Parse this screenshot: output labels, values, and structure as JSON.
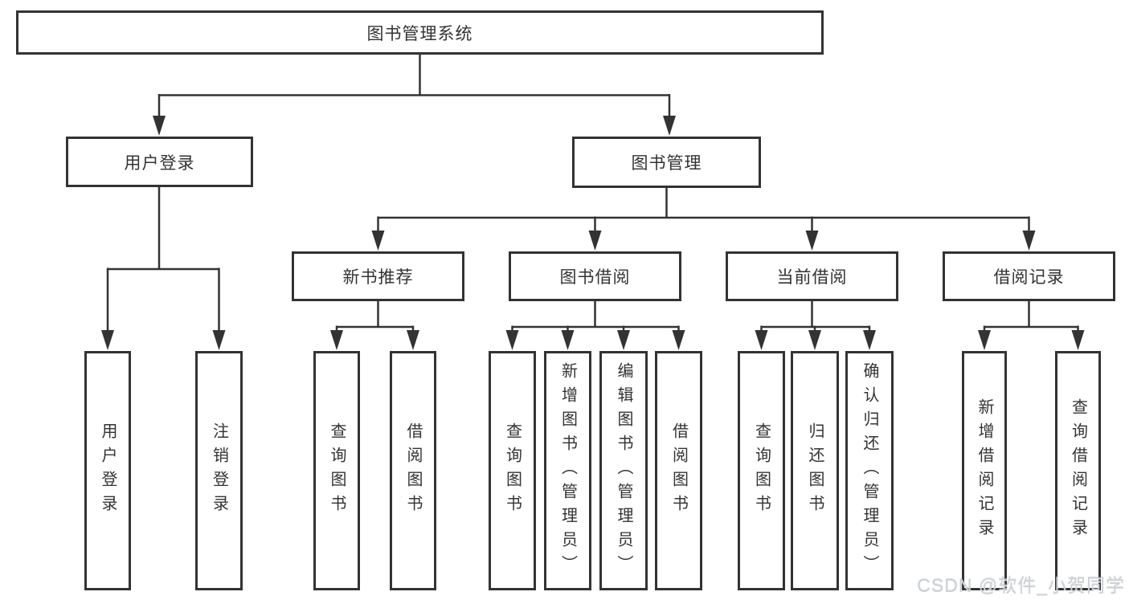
{
  "diagram": {
    "tree": {
      "label": "图书管理系统",
      "children": [
        {
          "label": "用户登录",
          "children": [
            {
              "label": "用户登录"
            },
            {
              "label": "注销登录"
            }
          ]
        },
        {
          "label": "图书管理",
          "children": [
            {
              "label": "新书推荐",
              "children": [
                {
                  "label": "查询图书"
                },
                {
                  "label": "借阅图书"
                }
              ]
            },
            {
              "label": "图书借阅",
              "children": [
                {
                  "label": "查询图书"
                },
                {
                  "label": "新增图书（管理员）"
                },
                {
                  "label": "编辑图书（管理员）"
                },
                {
                  "label": "借阅图书"
                }
              ]
            },
            {
              "label": "当前借阅",
              "children": [
                {
                  "label": "查询图书"
                },
                {
                  "label": "归还图书"
                },
                {
                  "label": "确认归还（管理员）"
                }
              ]
            },
            {
              "label": "借阅记录",
              "children": [
                {
                  "label": "新增借阅记录"
                },
                {
                  "label": "查询借阅记录"
                }
              ]
            }
          ]
        }
      ]
    }
  },
  "watermark": {
    "text": "CSDN @软件_小贺同学"
  },
  "colors": {
    "line": "#333333",
    "box_border": "#333333",
    "box_background": "#ffffff",
    "text": "#333333",
    "watermark": "#c8ccd2"
  }
}
